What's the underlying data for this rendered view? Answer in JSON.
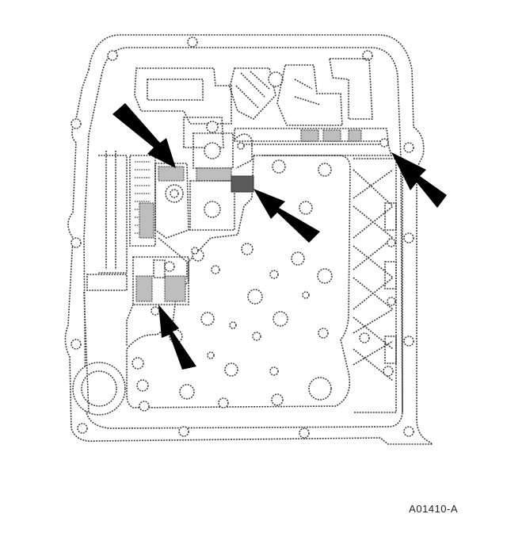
{
  "figure": {
    "reference_code": "A01410-A"
  },
  "arrows": [
    {
      "id": "upper-left",
      "points_to": "solenoid-body"
    },
    {
      "id": "right",
      "points_to": "separator-plate-edge"
    },
    {
      "id": "center",
      "points_to": "harness-connector"
    },
    {
      "id": "lower-left",
      "points_to": "lower-solenoid"
    }
  ],
  "colors": {
    "line": "#3a3a3a",
    "arrow": "#000000",
    "background": "#ffffff"
  }
}
